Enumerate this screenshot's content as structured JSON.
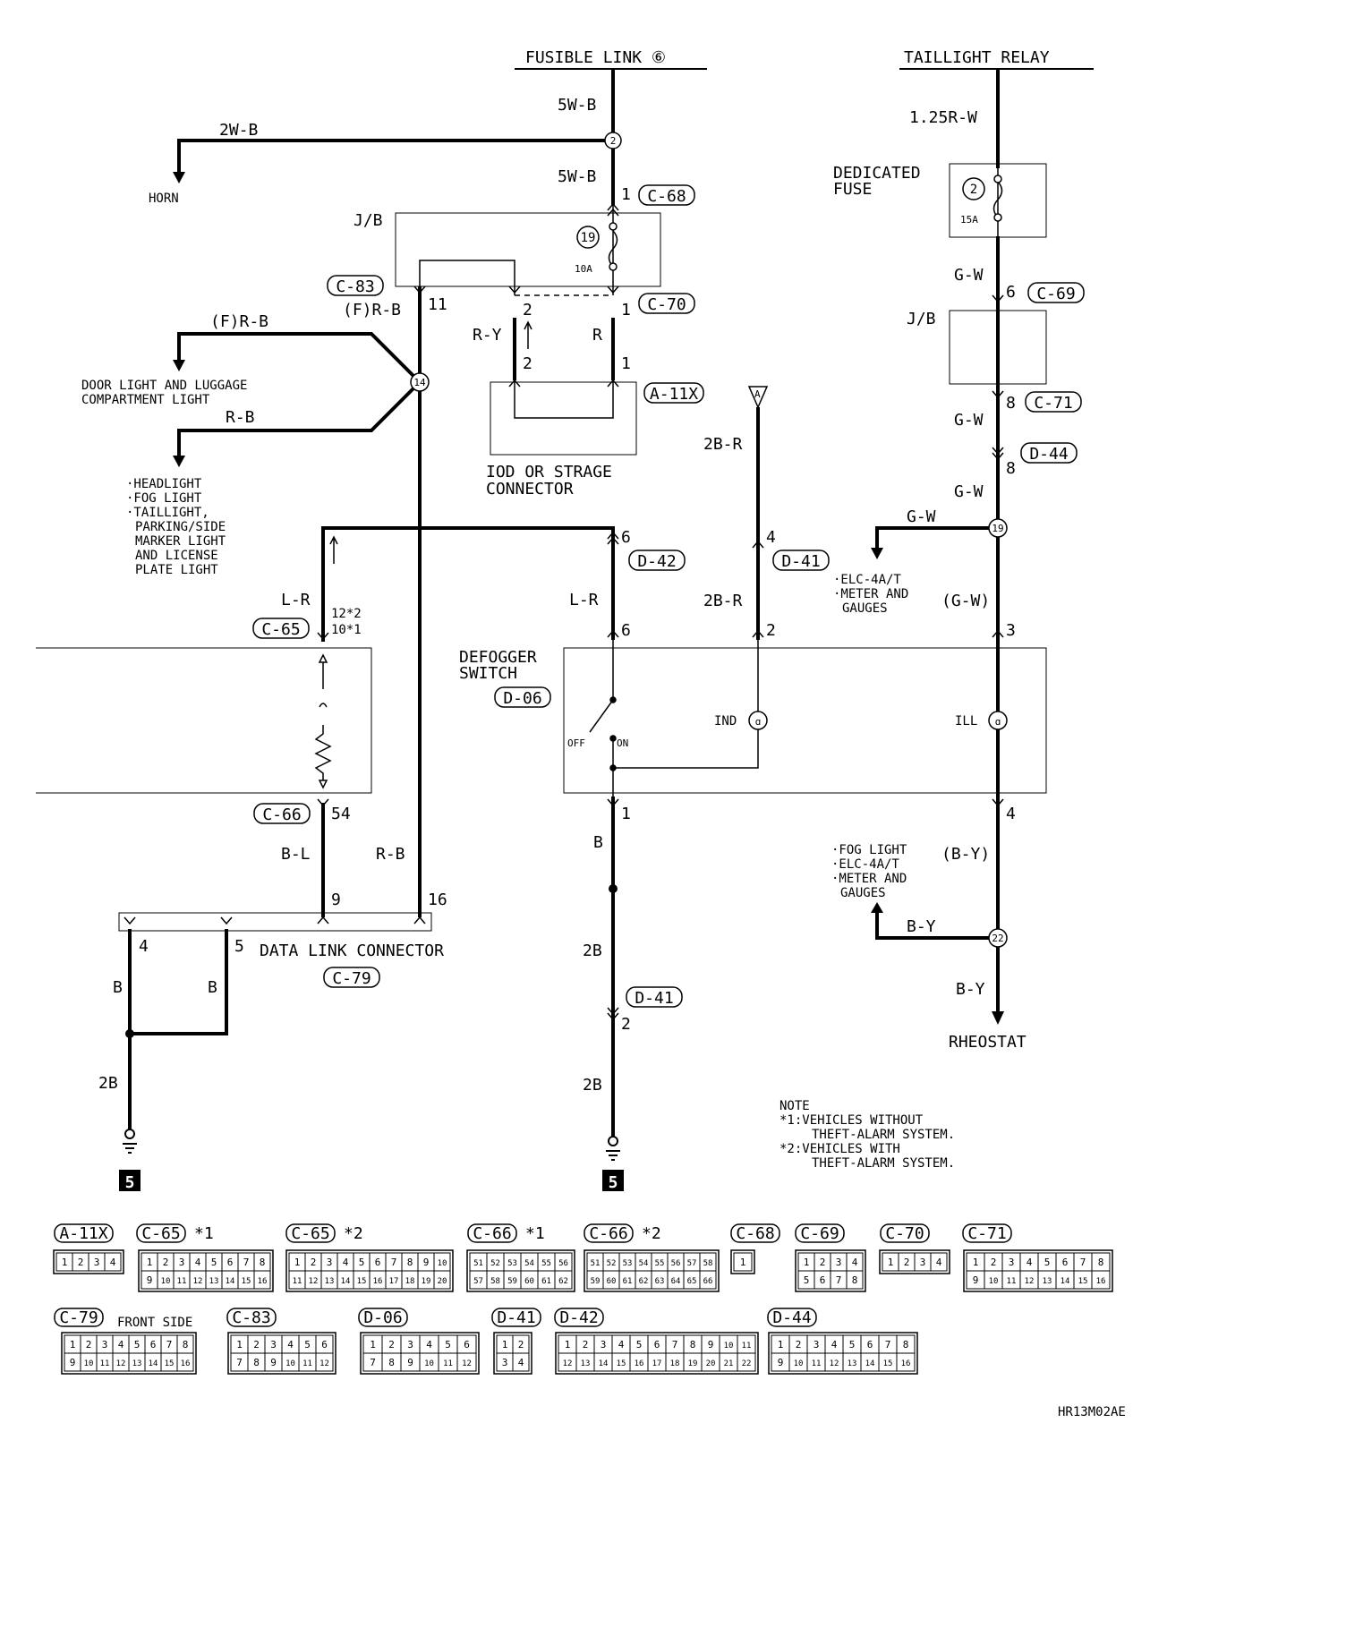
{
  "header": {
    "fusible_link": "FUSIBLE LINK ⑥",
    "taillight_relay": "TAILLIGHT RELAY"
  },
  "wires": {
    "w_5wb_top": "5W-B",
    "w_5wb": "5W-B",
    "w_2wb": "2W-B",
    "w_125rw": "1.25R-W",
    "w_gw1": "G-W",
    "w_gw2": "G-W",
    "w_gw3": "G-W",
    "w_gw4": "G-W",
    "w_gw_paren": "(G-W)",
    "w_f_rb_a": "(F)R-B",
    "w_f_rb_b": "(F)R-B",
    "w_rb1": "R-B",
    "w_rb2": "R-B",
    "w_ry": "R-Y",
    "w_r": "R",
    "w_2br1": "2B-R",
    "w_2br2": "2B-R",
    "w_lr1": "L-R",
    "w_lr2": "L-R",
    "w_bl": "B-L",
    "w_b1": "B",
    "w_b2": "B",
    "w_b3": "B",
    "w_2b1": "2B",
    "w_2b2": "2B",
    "w_2b3": "2B",
    "w_by_paren": "(B-Y)",
    "w_by1": "B-Y",
    "w_by2": "B-Y"
  },
  "pins": {
    "p1": "1",
    "p1b": "1",
    "p1c": "1",
    "p11": "11",
    "p2": "2",
    "p2b": "2",
    "p6": "6",
    "p6b": "6",
    "p4": "4",
    "p2c": "2",
    "p8": "8",
    "p8b": "8",
    "p6gw": "6",
    "p3": "3",
    "p4b": "4",
    "p54": "54",
    "p9": "9",
    "p16": "16",
    "p4c": "4",
    "p5": "5",
    "p1d": "1",
    "p2d": "2",
    "p12x": "12*2",
    "p10x": "10*1"
  },
  "connectors": {
    "c68": "C-68",
    "c83": "C-83",
    "c70": "C-70",
    "c69": "C-69",
    "c71": "C-71",
    "d44": "D-44",
    "a11x": "A-11X",
    "d42": "D-42",
    "d41": "D-41",
    "d41b": "D-41",
    "c65": "C-65",
    "c66": "C-66",
    "d06": "D-06",
    "c79": "C-79"
  },
  "splices": {
    "s2": "2",
    "s14": "14",
    "s19": "19",
    "s22": "22"
  },
  "fuses": {
    "f19": "19",
    "f19_amp": "10A",
    "f2": "2",
    "f2_amp": "15A",
    "dedicated_1": "DEDICATED",
    "dedicated_2": "FUSE"
  },
  "labels": {
    "horn": "HORN",
    "jb1": "J/B",
    "jb2": "J/B",
    "door_1": "DOOR LIGHT AND LUGGAGE",
    "door_2": "COMPARTMENT LIGHT",
    "head_1": "·HEADLIGHT",
    "head_2": "·FOG LIGHT",
    "head_3": "·TAILLIGHT,",
    "head_4": "PARKING/SIDE",
    "head_5": "MARKER LIGHT",
    "head_6": "AND LICENSE",
    "head_7": "PLATE LIGHT",
    "iod_1": "IOD OR STRAGE",
    "iod_2": "CONNECTOR",
    "elc_1": "·ELC-4A/T",
    "elc_2": "·METER AND",
    "elc_3": "GAUGES",
    "fog_1": "·FOG LIGHT",
    "fog_2": "·ELC-4A/T",
    "fog_3": "·METER AND",
    "fog_4": "GAUGES",
    "defog_1": "DEFOGGER",
    "defog_2": "SWITCH",
    "ind": "IND",
    "ill": "ILL",
    "off": "OFF",
    "on": "ON",
    "dlc": "DATA LINK CONNECTOR",
    "rheostat": "RHEOSTAT",
    "arrow_a": "A",
    "ground5a": "5",
    "ground5b": "5",
    "note_1": "NOTE",
    "note_2": "*1:VEHICLES WITHOUT",
    "note_3": "THEFT-ALARM SYSTEM.",
    "note_4": "*2:VEHICLES WITH",
    "note_5": "THEFT-ALARM SYSTEM.",
    "front_side": "FRONT SIDE",
    "figure_code": "HR13M02AE"
  },
  "connector_views": [
    {
      "id": "A-11X",
      "tag": "",
      "cells": [
        "1",
        "2",
        "3",
        "4"
      ]
    },
    {
      "id": "C-65",
      "tag": "*1",
      "cells": [
        "1",
        "2",
        "3",
        "4",
        "5",
        "6",
        "7",
        "8",
        "9",
        "10",
        "11",
        "12",
        "13",
        "14",
        "15",
        "16"
      ]
    },
    {
      "id": "C-65",
      "tag": "*2",
      "cells": [
        "1",
        "2",
        "3",
        "4",
        "5",
        "6",
        "7",
        "8",
        "9",
        "10",
        "11",
        "12",
        "13",
        "14",
        "15",
        "16",
        "17",
        "18",
        "19",
        "20"
      ]
    },
    {
      "id": "C-66",
      "tag": "*1",
      "cells": [
        "51",
        "52",
        "53",
        "54",
        "55",
        "56",
        "57",
        "58",
        "59",
        "60",
        "61",
        "62"
      ]
    },
    {
      "id": "C-66",
      "tag": "*2",
      "cells": [
        "51",
        "52",
        "53",
        "54",
        "55",
        "56",
        "57",
        "58",
        "59",
        "60",
        "61",
        "62",
        "63",
        "64",
        "65",
        "66"
      ]
    },
    {
      "id": "C-68",
      "tag": "",
      "cells": [
        "1"
      ]
    },
    {
      "id": "C-69",
      "tag": "",
      "cells": [
        "1",
        "2",
        "3",
        "4",
        "5",
        "6",
        "7",
        "8"
      ]
    },
    {
      "id": "C-70",
      "tag": "",
      "cells": [
        "1",
        "2",
        "3",
        "4"
      ]
    },
    {
      "id": "C-71",
      "tag": "",
      "cells": [
        "1",
        "2",
        "3",
        "4",
        "5",
        "6",
        "7",
        "8",
        "9",
        "10",
        "11",
        "12",
        "13",
        "14",
        "15",
        "16"
      ]
    },
    {
      "id": "C-79",
      "tag": "",
      "cells": [
        "1",
        "2",
        "3",
        "4",
        "5",
        "6",
        "7",
        "8",
        "9",
        "10",
        "11",
        "12",
        "13",
        "14",
        "15",
        "16"
      ]
    },
    {
      "id": "C-83",
      "tag": "",
      "cells": [
        "1",
        "2",
        "3",
        "4",
        "5",
        "6",
        "7",
        "8",
        "9",
        "10",
        "11",
        "12"
      ]
    },
    {
      "id": "D-06",
      "tag": "",
      "cells": [
        "1",
        "2",
        "3",
        "4",
        "5",
        "6",
        "7",
        "8",
        "9",
        "10",
        "11",
        "12"
      ]
    },
    {
      "id": "D-41",
      "tag": "",
      "cells": [
        "1",
        "2",
        "3",
        "4"
      ]
    },
    {
      "id": "D-42",
      "tag": "",
      "cells": [
        "1",
        "2",
        "3",
        "4",
        "5",
        "6",
        "7",
        "8",
        "9",
        "10",
        "11",
        "12",
        "13",
        "14",
        "15",
        "16",
        "17",
        "18",
        "19",
        "20",
        "21",
        "22"
      ]
    },
    {
      "id": "D-44",
      "tag": "",
      "cells": [
        "1",
        "2",
        "3",
        "4",
        "5",
        "6",
        "7",
        "8",
        "9",
        "10",
        "11",
        "12",
        "13",
        "14",
        "15",
        "16"
      ]
    }
  ]
}
